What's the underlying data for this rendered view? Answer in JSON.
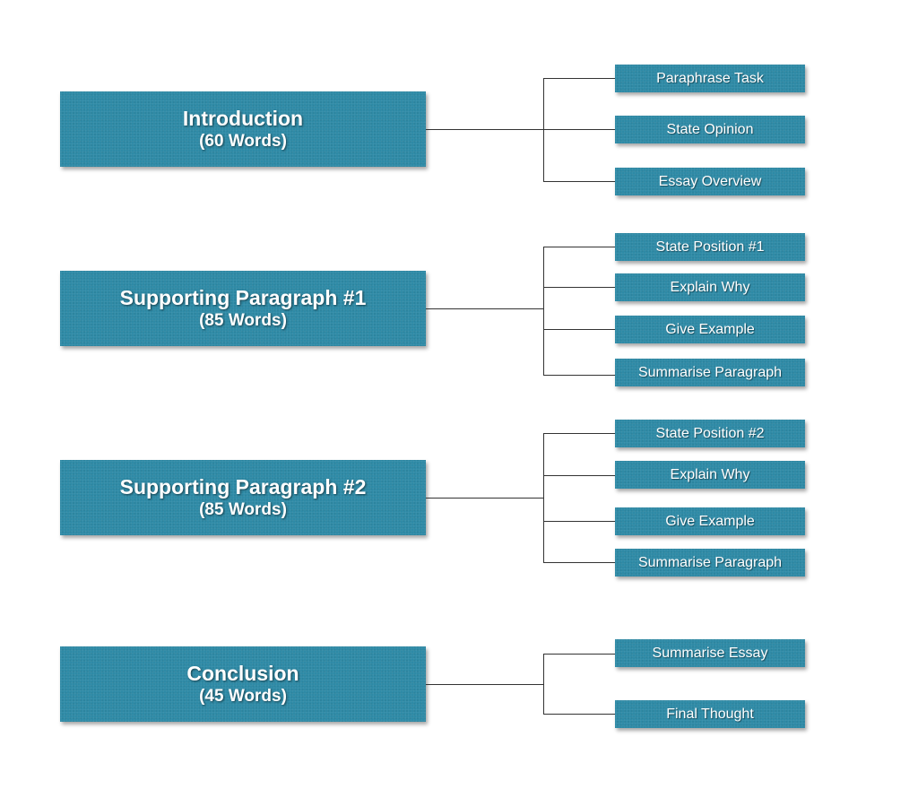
{
  "sections": [
    {
      "title": "Introduction",
      "words": "(60 Words)",
      "items": [
        "Paraphrase Task",
        "State Opinion",
        "Essay Overview"
      ]
    },
    {
      "title": "Supporting Paragraph #1",
      "words": "(85 Words)",
      "items": [
        "State Position #1",
        "Explain Why",
        "Give Example",
        "Summarise Paragraph"
      ]
    },
    {
      "title": "Supporting Paragraph #2",
      "words": "(85 Words)",
      "items": [
        "State Position #2",
        "Explain Why",
        "Give Example",
        "Summarise Paragraph"
      ]
    },
    {
      "title": "Conclusion",
      "words": "(45 Words)",
      "items": [
        "Summarise Essay",
        "Final Thought"
      ]
    }
  ],
  "colors": {
    "box_fill": "#2e8aa6",
    "connector": "#333333",
    "text": "#ffffff"
  }
}
